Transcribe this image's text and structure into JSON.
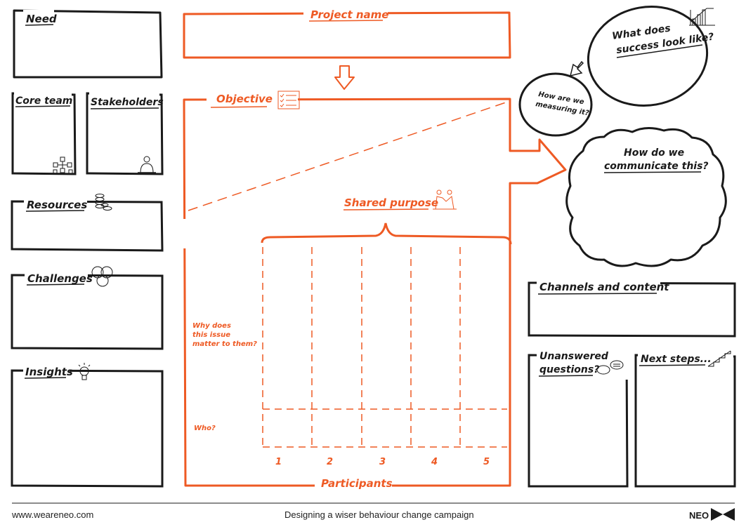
{
  "colors": {
    "accent": "#ee5a24",
    "ink": "#1a1a1a"
  },
  "boxes": {
    "need": "Need",
    "core_team": "Core team",
    "stakeholders": "Stakeholders",
    "resources": "Resources",
    "challenges": "Challenges",
    "insights": "Insights",
    "project_name": "Project name",
    "objective": "Objective",
    "shared_purpose": "Shared purpose",
    "participants": "Participants",
    "channels": "Channels and content",
    "unanswered_1": "Unanswered",
    "unanswered_2": "questions?",
    "next_steps": "Next steps..."
  },
  "bubbles": {
    "success_1": "What does",
    "success_2": "success look like?",
    "measuring_1": "How are we",
    "measuring_2": "measuring it?",
    "communicate_1": "How do we",
    "communicate_2": "communicate this?"
  },
  "rows": {
    "why_1": "Why does",
    "why_2": "this issue",
    "why_3": "matter to them?",
    "who": "Who?"
  },
  "columns": [
    "1",
    "2",
    "3",
    "4",
    "5"
  ],
  "footer": {
    "website": "www.weareneo.com",
    "title": "Designing a wiser behaviour change campaign",
    "brand": "NEO"
  },
  "icons": [
    "org-chart-icon",
    "person-icon",
    "coins-icon",
    "venn-icon",
    "lightbulb-icon",
    "checklist-icon",
    "handshake-icon",
    "growth-chart-icon",
    "speech-bubbles-icon",
    "stairs-icon",
    "neo-logo-icon"
  ]
}
